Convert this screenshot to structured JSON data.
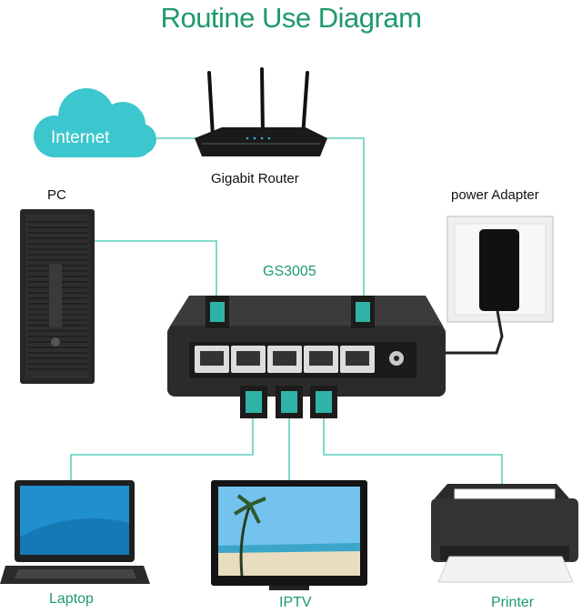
{
  "title": "Routine Use Diagram",
  "colors": {
    "title_green": "#1e9a6a",
    "link_line": "#5fcfbe",
    "cloud": "#3cc6cd",
    "port_teal": "#2fb3a6"
  },
  "nodes": {
    "internet": "Internet",
    "router": "Gigabit Router",
    "pc": "PC",
    "power_adapter": "power Adapter",
    "switch": "GS3005",
    "laptop": "Laptop",
    "iptv": "IPTV",
    "printer": "Printer"
  }
}
